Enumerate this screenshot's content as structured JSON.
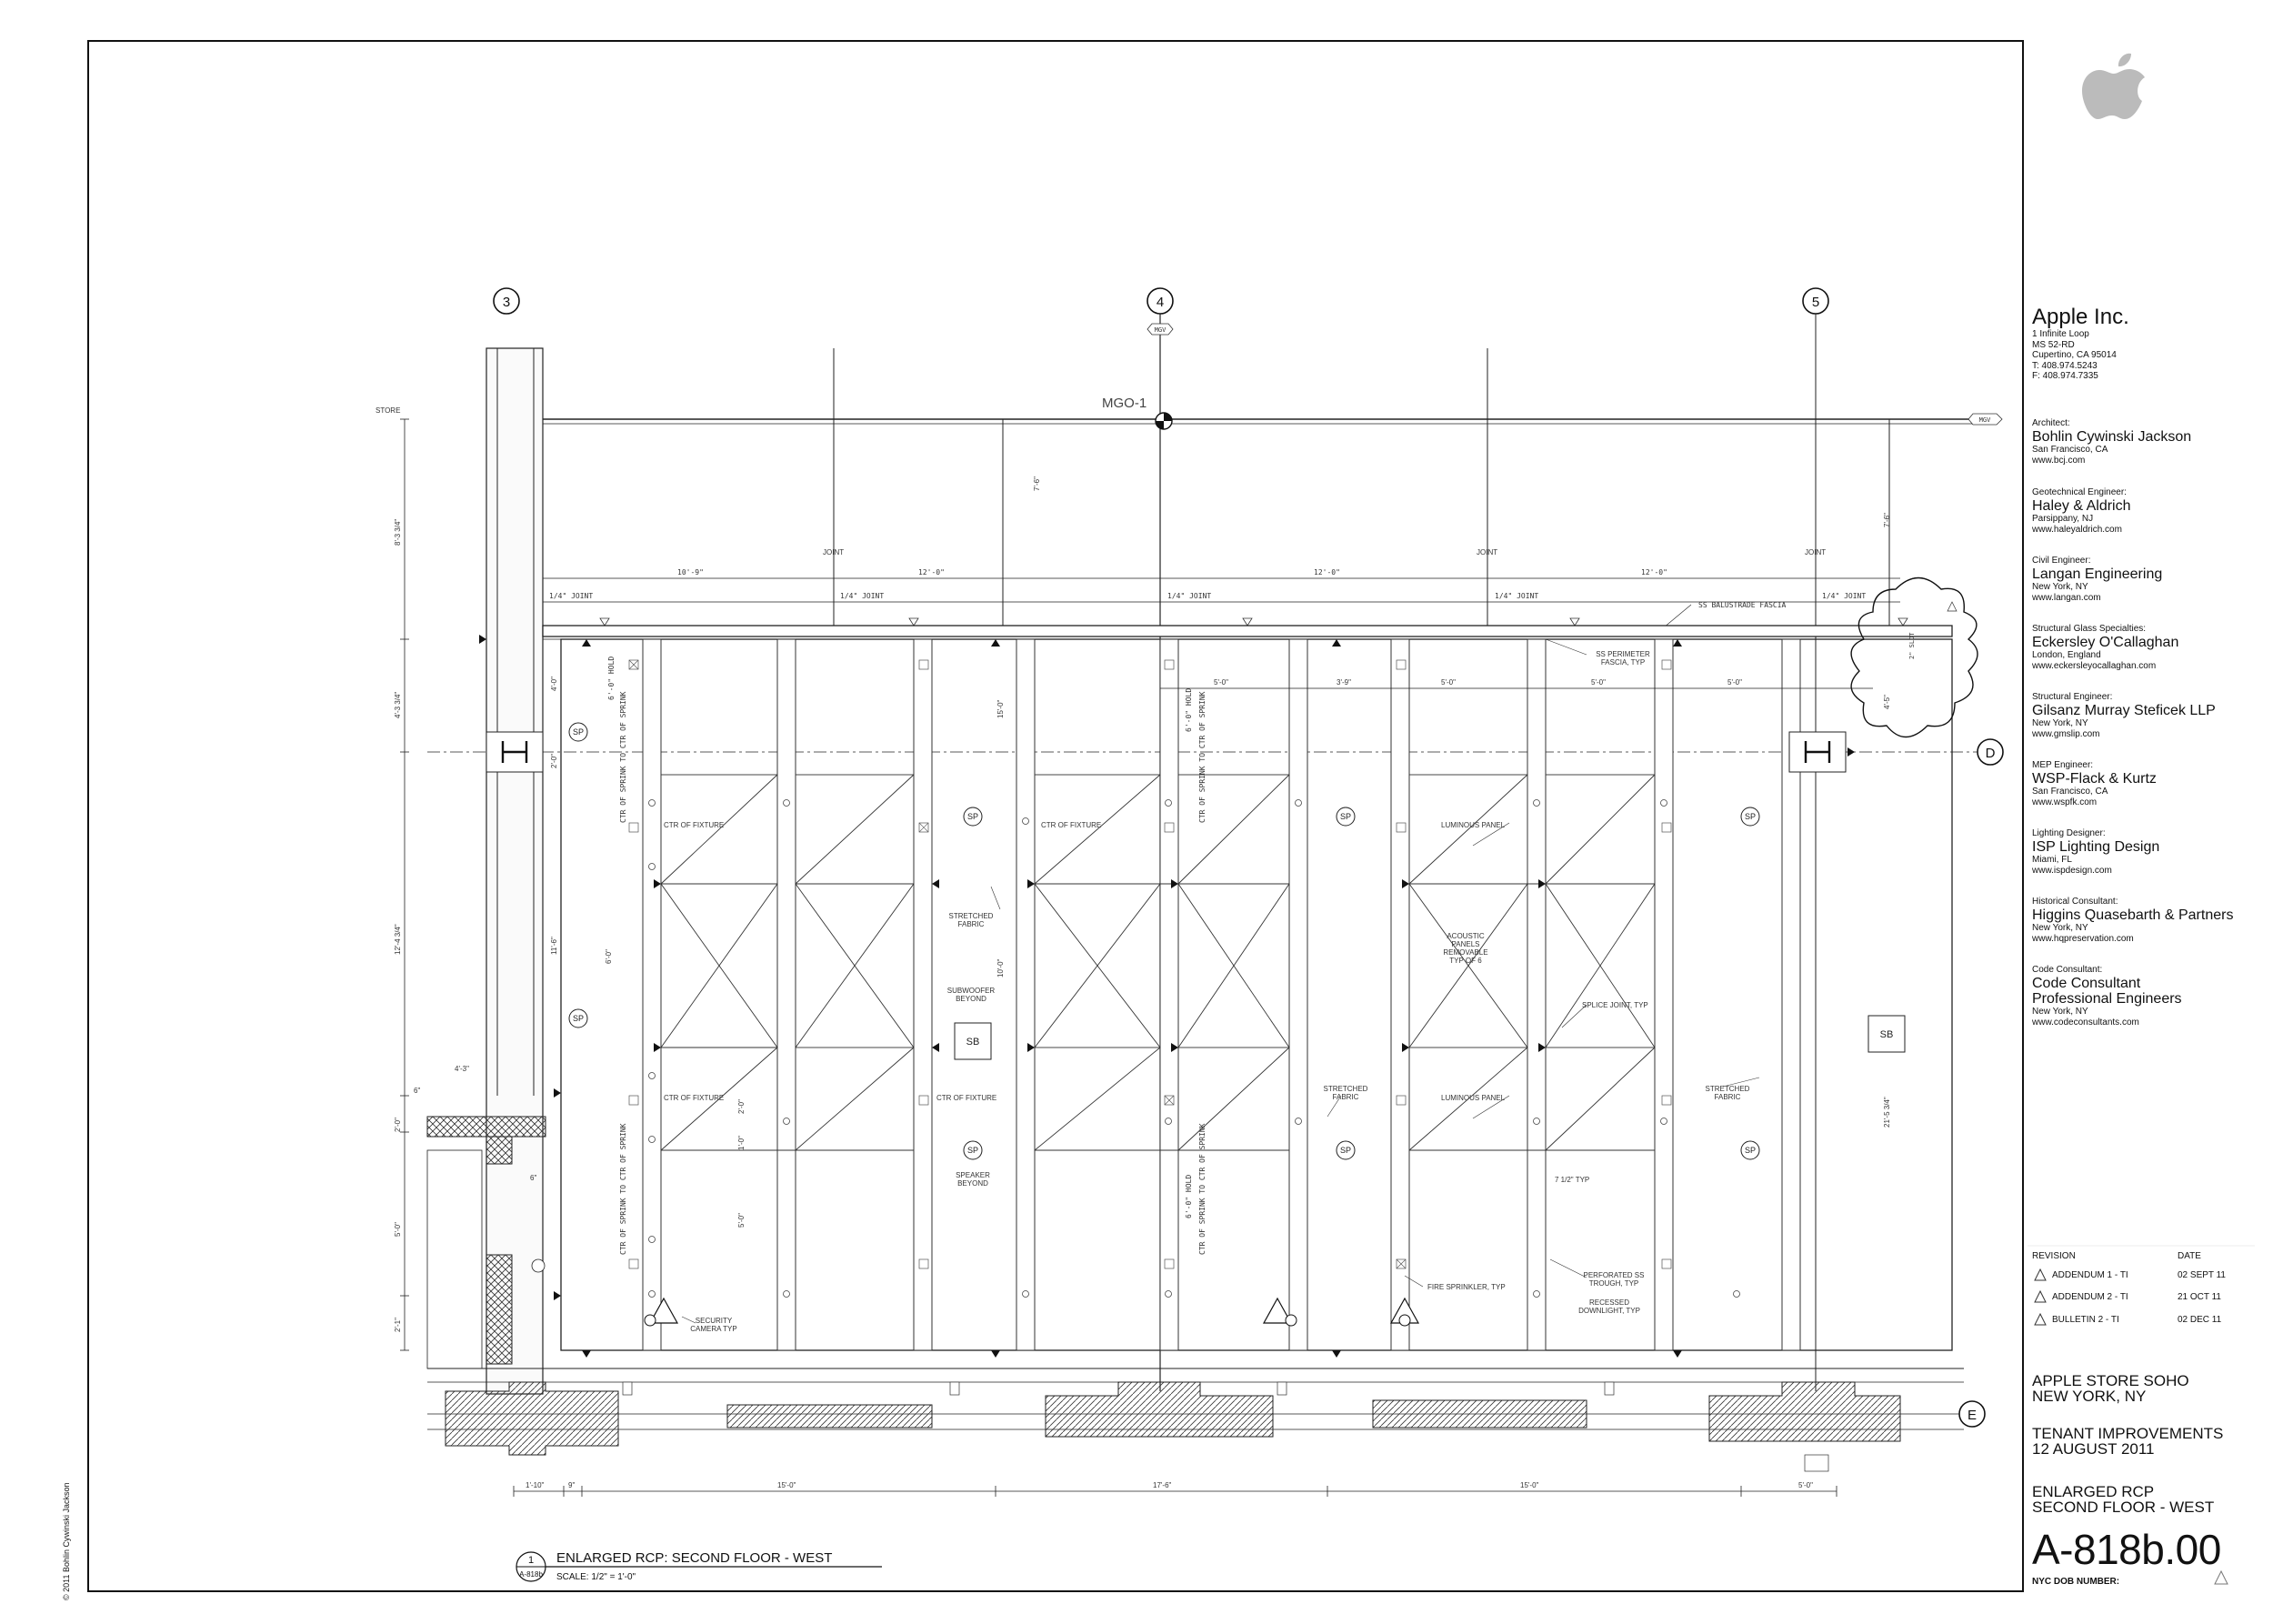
{
  "gridlines": {
    "columns": [
      "3",
      "4",
      "5"
    ],
    "rows": [
      "D",
      "E"
    ]
  },
  "plan_labels": {
    "mgo": "MGO-1",
    "mgv_tag": "MGV",
    "store": "STORE",
    "joint": "JOINT",
    "quarter_joint": "1/4\" JOINT",
    "balustrade": "SS BALUSTRADE FASCIA",
    "perimeter": "SS PERIMETER\nFASCIA, TYP",
    "ctr_fixture": "CTR OF FIXTURE",
    "stretched_fabric": "STRETCHED\nFABRIC",
    "subwoofer": "SUBWOOFER\nBEYOND",
    "speaker": "SPEAKER\nBEYOND",
    "luminous_panel": "LUMINOUS PANEL",
    "acoustic": "ACOUSTIC\nPANELS\nREMOVABLE\nTYP OF 6",
    "splice": "SPLICE JOINT, TYP",
    "fire_sprinkler": "FIRE SPRINKLER, TYP",
    "perforated": "PERFORATED SS\nTROUGH, TYP",
    "recessed": "RECESSED\nDOWNLIGHT, TYP",
    "security": "SECURITY\nCAMERA TYP",
    "hold": "6'-0\" HOLD",
    "sprink": "CTR OF SPRINK TO CTR OF SPRINK",
    "sp": "SP",
    "sb": "SB",
    "slot": "2\" SLOT",
    "seven_half": "7 1/2\" TYP"
  },
  "dimensions": {
    "top_spans": [
      "10'-9\"",
      "12'-0\"",
      "12'-0\"",
      "12'-0\""
    ],
    "row_spans": [
      "5'-0\"",
      "3'-9\"",
      "5'-0\"",
      "5'-0\"",
      "5'-0\""
    ],
    "bottom_spans": [
      "1'-10\"",
      "9\"",
      "15'-0\"",
      "17'-6\"",
      "15'-0\"",
      "5'-0\""
    ],
    "left_vertical": [
      "8'-3 3/4\"",
      "4'-3 3/4\"",
      "12'-4 3/4\"",
      "2'-0\"",
      "5'-0\"",
      "2'-1\""
    ],
    "left_small": [
      "4'-3\"",
      "6\"",
      "6\""
    ],
    "interior": [
      "4'-0\"",
      "2'-0\"",
      "11'-6\"",
      "15'-0\"",
      "7'-6\"",
      "7'-6\"",
      "4'-5\"",
      "21'-5 3/4\"",
      "10'-0\"",
      "6'-0\"",
      "2'-0\"",
      "5'-0\"",
      "1'-0\""
    ]
  },
  "detail": {
    "number": "1",
    "sheet_ref": "A-818b",
    "title": "ENLARGED RCP: SECOND FLOOR - WEST",
    "scale": "SCALE: 1/2\" = 1'-0\""
  },
  "copyright": "© 2011 Bohlin Cywinski Jackson",
  "title_block": {
    "logo_icon": "apple-logo-icon",
    "company": "Apple Inc.",
    "address": [
      "1 Infinite Loop",
      "MS 52-RD",
      "Cupertino, CA 95014",
      "T: 408.974.5243",
      "F: 408.974.7335"
    ],
    "consultants": [
      {
        "role": "Architect:",
        "name": "Bohlin Cywinski Jackson",
        "location": "San Francisco, CA",
        "web": "www.bcj.com"
      },
      {
        "role": "Geotechnical Engineer:",
        "name": "Haley & Aldrich",
        "location": "Parsippany, NJ",
        "web": "www.haleyaldrich.com"
      },
      {
        "role": "Civil Engineer:",
        "name": "Langan Engineering",
        "location": "New York, NY",
        "web": "www.langan.com"
      },
      {
        "role": "Structural Glass Specialties:",
        "name": "Eckersley O'Callaghan",
        "location": "London, England",
        "web": "www.eckersleyocallaghan.com"
      },
      {
        "role": "Structural Engineer:",
        "name": "Gilsanz Murray Steficek LLP",
        "location": "New York, NY",
        "web": "www.gmslip.com"
      },
      {
        "role": "MEP Engineer:",
        "name": "WSP-Flack & Kurtz",
        "location": "San Francisco, CA",
        "web": "www.wspfk.com"
      },
      {
        "role": "Lighting Designer:",
        "name": "ISP Lighting Design",
        "location": "Miami, FL",
        "web": "www.ispdesign.com"
      },
      {
        "role": "Historical Consultant:",
        "name": "Higgins Quasebarth & Partners",
        "location": "New York, NY",
        "web": "www.hqpreservation.com"
      },
      {
        "role": "Code Consultant:",
        "name": "Code Consultant\nProfessional Engineers",
        "location": "New York, NY",
        "web": "www.codeconsultants.com"
      }
    ],
    "revision_header": "REVISION",
    "date_header": "DATE",
    "revisions": [
      {
        "label": "ADDENDUM 1 - TI",
        "date": "02 SEPT 11"
      },
      {
        "label": "ADDENDUM 2 - TI",
        "date": "21 OCT 11"
      },
      {
        "label": "BULLETIN 2 - TI",
        "date": "02 DEC 11"
      }
    ],
    "project": [
      "APPLE STORE SOHO",
      "NEW YORK, NY"
    ],
    "phase": [
      "TENANT IMPROVEMENTS",
      "12 AUGUST 2011"
    ],
    "sheet_title": [
      "ENLARGED RCP",
      "SECOND FLOOR - WEST"
    ],
    "sheet_number": "A-818b.00",
    "dob_label": "NYC DOB NUMBER:"
  }
}
